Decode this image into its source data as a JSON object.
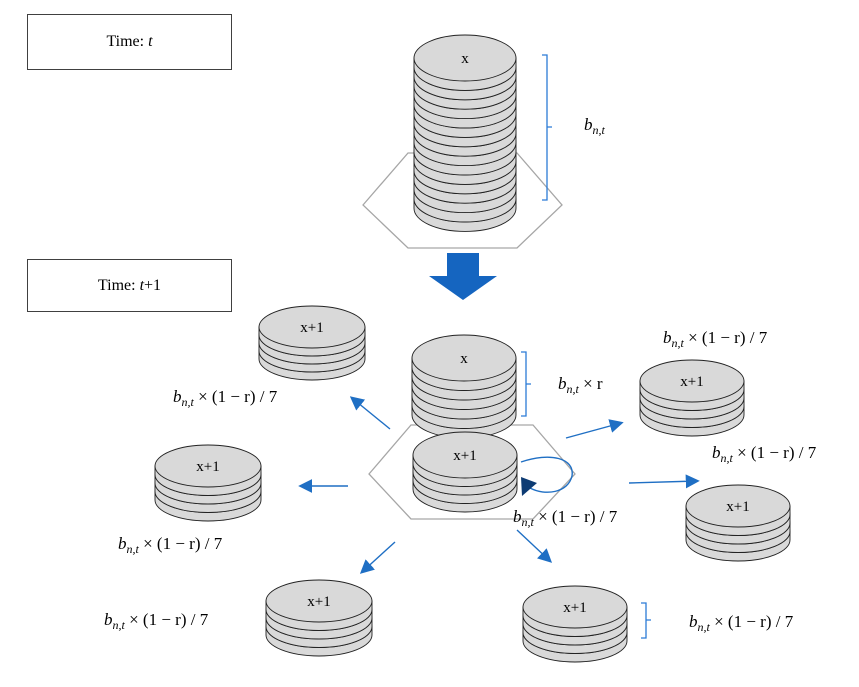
{
  "time_boxes": {
    "t": {
      "prefix": "Time: ",
      "value": "t"
    },
    "t1": {
      "prefix": "Time: ",
      "value": "t",
      "suffix": "+1"
    }
  },
  "stacks": {
    "top": "x",
    "stay": "x",
    "center": "x+1",
    "upper_left": "x+1",
    "left": "x+1",
    "lower_left": "x+1",
    "right_upper": "x+1",
    "right": "x+1",
    "lower_right": "x+1"
  },
  "labels": {
    "b_main": {
      "b": "b",
      "sub": "n,t",
      "rest": ""
    },
    "stay_r": {
      "b": "b",
      "sub": "n,t",
      "rest": " × r"
    },
    "migrate_upper_left": {
      "b": "b",
      "sub": "n,t",
      "rest": " × (1 − r) / 7"
    },
    "migrate_left": {
      "b": "b",
      "sub": "n,t",
      "rest": " × (1 − r) / 7"
    },
    "migrate_lower_left": {
      "b": "b",
      "sub": "n,t",
      "rest": " × (1 − r) / 7"
    },
    "migrate_top_right": {
      "b": "b",
      "sub": "n,t",
      "rest": " × (1 − r) / 7"
    },
    "migrate_right": {
      "b": "b",
      "sub": "n,t",
      "rest": " × (1 − r) / 7"
    },
    "migrate_center_self": {
      "b": "b",
      "sub": "n,t",
      "rest": " × (1 − r) / 7"
    },
    "migrate_lower_right": {
      "b": "b",
      "sub": "n,t",
      "rest": " × (1 − r) / 7"
    }
  },
  "colors": {
    "arrow": "#1f6fc4",
    "big_arrow": "#1565c0",
    "bracket": "#2b7bd6",
    "disk_fill": "#d9d9d9",
    "disk_stroke": "#222222",
    "hexagon": "#a6a6a6"
  }
}
